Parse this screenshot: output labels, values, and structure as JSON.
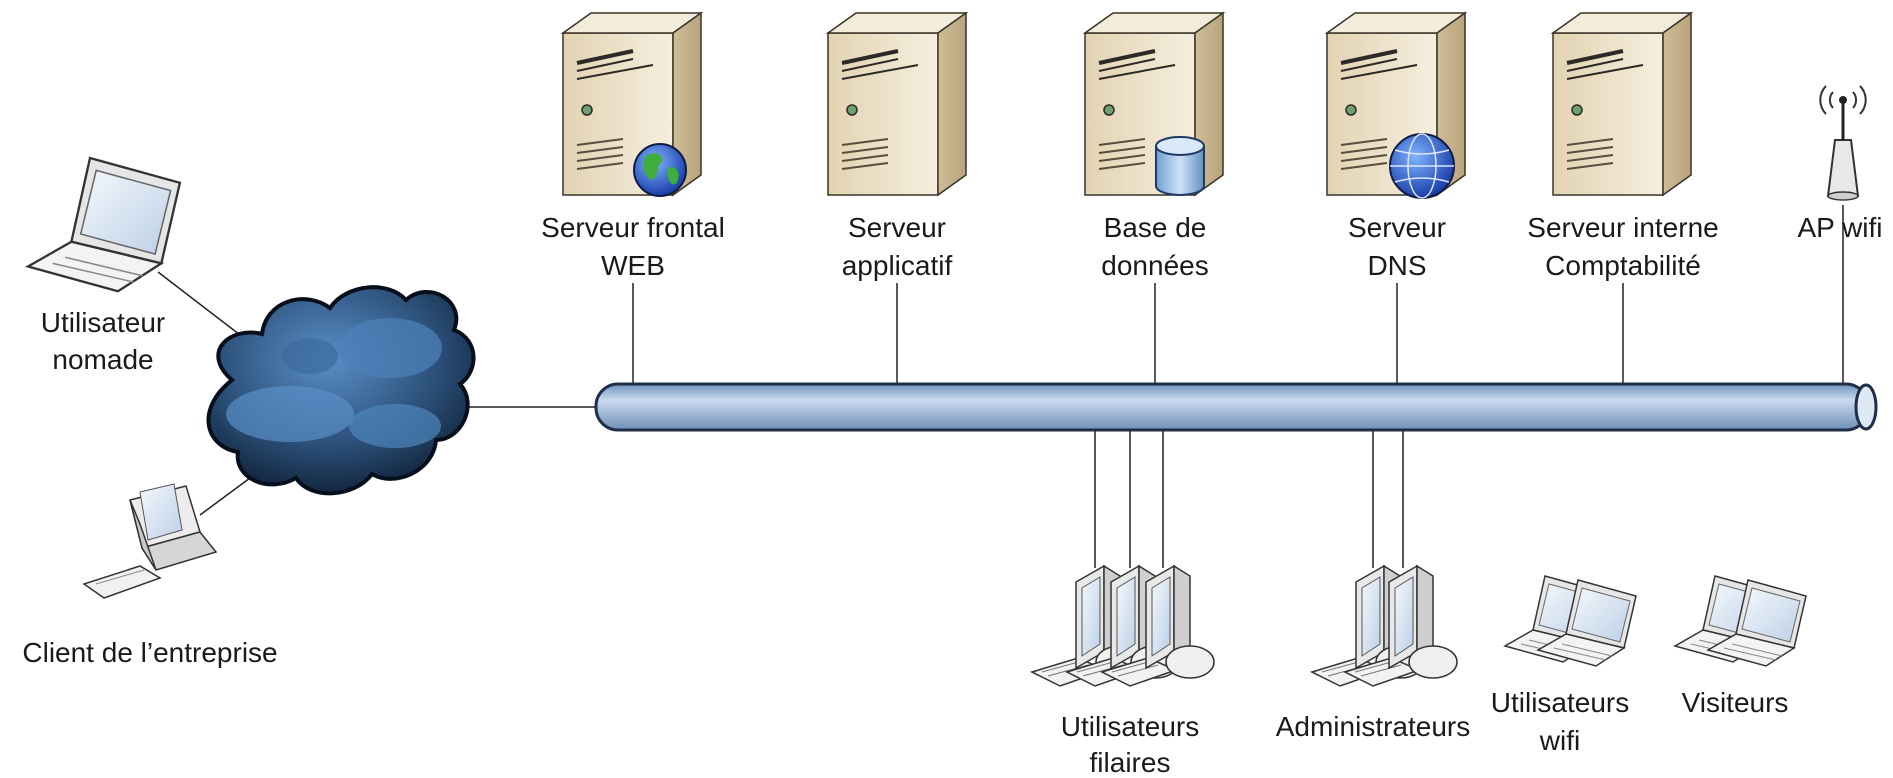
{
  "nodes": {
    "web": {
      "line1": "Serveur frontal",
      "line2": "WEB",
      "icon": "globe-icon"
    },
    "app": {
      "line1": "Serveur",
      "line2": "applicatif"
    },
    "db": {
      "line1": "Base de",
      "line2": "données",
      "icon": "database-icon"
    },
    "dns": {
      "line1": "Serveur",
      "line2": "DNS",
      "icon": "dns-globe-icon"
    },
    "compta": {
      "line1": "Serveur interne",
      "line2": "Comptabilité"
    },
    "ap": {
      "line1": "AP wifi"
    },
    "nomade": {
      "line1": "Utilisateur",
      "line2": "nomade"
    },
    "client": {
      "line1": "Client de l’entreprise"
    },
    "filaires": {
      "line1": "Utilisateurs",
      "line2": "filaires"
    },
    "admins": {
      "line1": "Administrateurs"
    },
    "wifi": {
      "line1": "Utilisateurs",
      "line2": "wifi"
    },
    "visiteurs": {
      "line1": "Visiteurs"
    }
  },
  "colors": {
    "server_front": "#efe4cc",
    "server_side": "#cdbb98",
    "bus_fill": "#a9c2df",
    "bus_edge": "#2a3f5f",
    "cloud_dark": "#1b3350",
    "cloud_light": "#4f86bd",
    "line": "#222222"
  }
}
